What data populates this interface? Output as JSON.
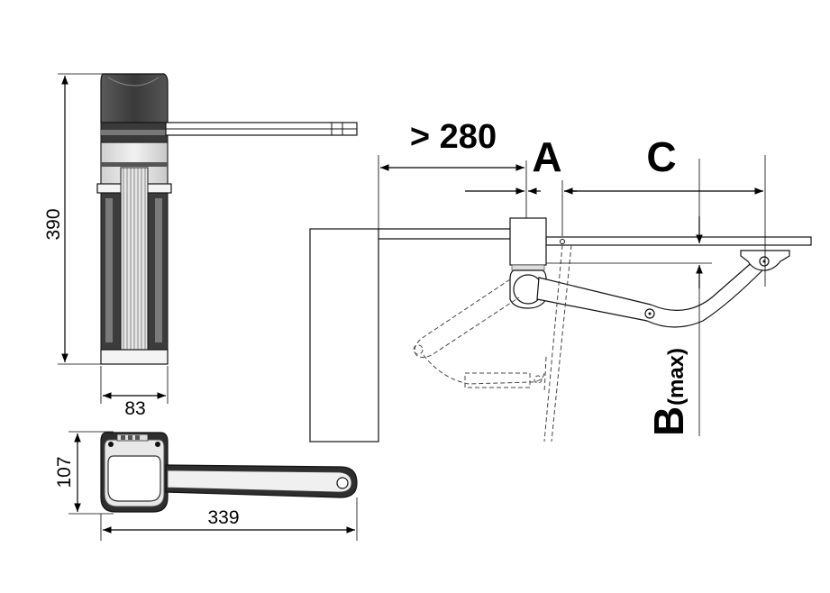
{
  "labels": {
    "height_390": "390",
    "width_83": "83",
    "depth_107": "107",
    "length_339": "339",
    "min_280": "> 280",
    "dim_a": "A",
    "dim_c": "C",
    "dim_b": "B",
    "dim_b_sub": "(max)"
  },
  "colors": {
    "housing_dark": "#3a3a3a",
    "housing_mid": "#d9d9d9",
    "housing_light": "#efefef",
    "line": "#000000"
  }
}
